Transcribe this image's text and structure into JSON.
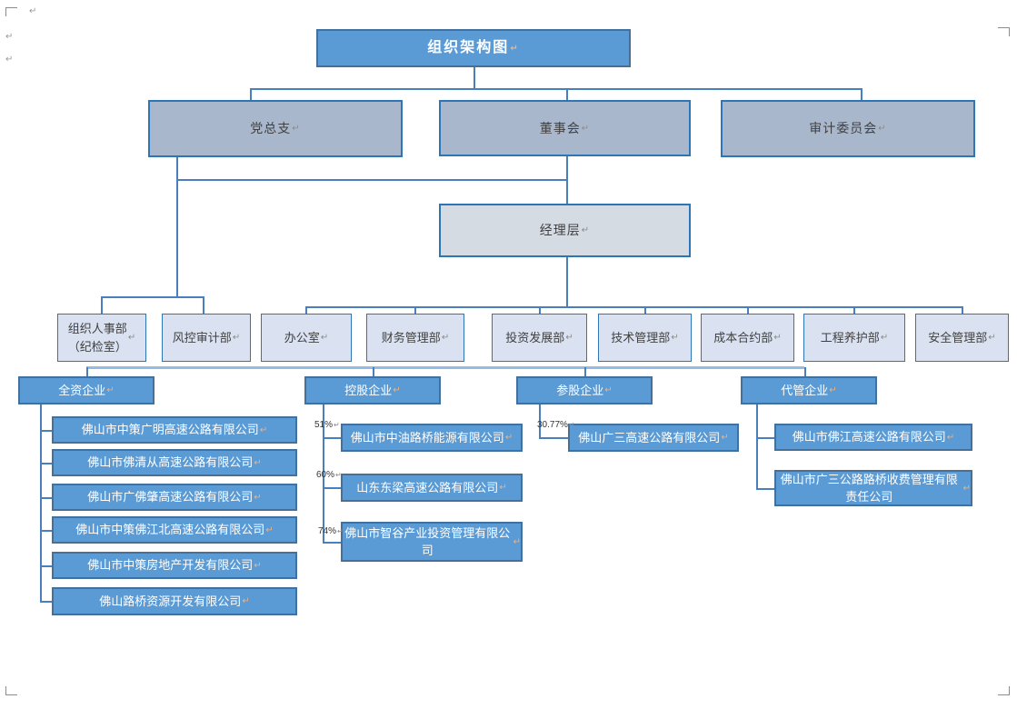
{
  "title": {
    "label": "组织架构图"
  },
  "return_mark": "↵",
  "level2": [
    {
      "label": "党总支"
    },
    {
      "label": "董事会"
    },
    {
      "label": "审计委员会"
    }
  ],
  "management": {
    "label": "经理层"
  },
  "departments": [
    {
      "label": "组织人事部\n（纪检室）"
    },
    {
      "label": "风控审计部"
    },
    {
      "label": "办公室"
    },
    {
      "label": "财务管理部"
    },
    {
      "label": "投资发展部"
    },
    {
      "label": "技术管理部"
    },
    {
      "label": "成本合约部"
    },
    {
      "label": "工程养护部"
    },
    {
      "label": "安全管理部"
    }
  ],
  "categories": [
    {
      "label": "全资企业",
      "companies": [
        {
          "name": "佛山市中策广明高速公路有限公司"
        },
        {
          "name": "佛山市佛清从高速公路有限公司"
        },
        {
          "name": "佛山市广佛肇高速公路有限公司"
        },
        {
          "name": "佛山市中策佛江北高速公路有限公司"
        },
        {
          "name": "佛山市中策房地产开发有限公司"
        },
        {
          "name": "佛山路桥资源开发有限公司"
        }
      ]
    },
    {
      "label": "控股企业",
      "companies": [
        {
          "share": "51%",
          "name": "佛山市中油路桥能源有限公司"
        },
        {
          "share": "60%",
          "name": "山东东梁高速公路有限公司"
        },
        {
          "share": "74%",
          "name": "佛山市智谷产业投资管理有限公司"
        }
      ]
    },
    {
      "label": "参股企业",
      "companies": [
        {
          "share": "30.77%",
          "name": "佛山广三高速公路有限公司"
        }
      ]
    },
    {
      "label": "代管企业",
      "companies": [
        {
          "name": "佛山市佛江高速公路有限公司"
        },
        {
          "name": "佛山市广三公路路桥收费管理有限责任公司"
        }
      ]
    }
  ],
  "colors": {
    "node_blue_fill": "#5B9BD5",
    "node_blue_border": "#41719C",
    "node_level2_fill": "#A9B7CD",
    "node_management_fill": "#D5DBE3",
    "node_department_fill": "#DAE2F2",
    "node_light_border": "#2E75B6",
    "connector": "#4A7FBE",
    "connector_light": "#93BCE4"
  }
}
